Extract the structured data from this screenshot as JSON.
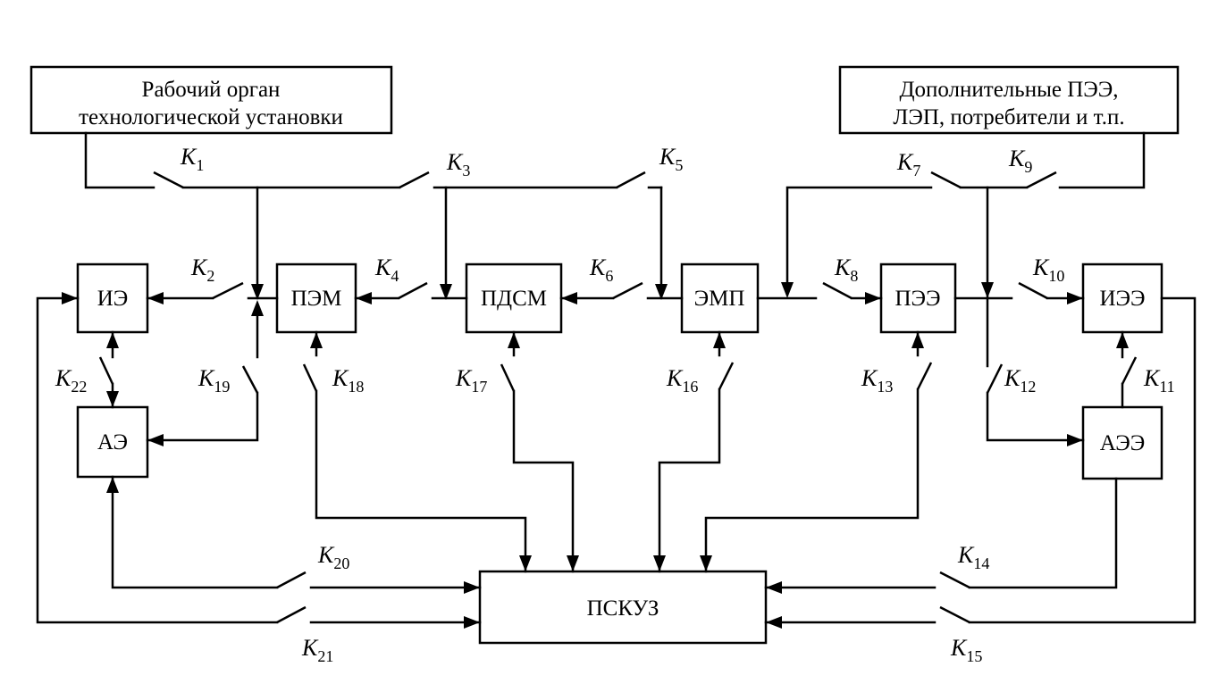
{
  "blocks": {
    "work_organ": [
      "Рабочий орган",
      "технологической установки"
    ],
    "additional": [
      "Дополнительные ПЭЭ,",
      "ЛЭП, потребители и т.п."
    ],
    "ie": "ИЭ",
    "ae": "АЭ",
    "pem": "ПЭМ",
    "pdsm": "ПДСМ",
    "emp": "ЭМП",
    "pee": "ПЭЭ",
    "iee": "ИЭЭ",
    "aee": "АЭЭ",
    "pskuz": "ПСКУЗ"
  },
  "switches": {
    "k_letter": "K",
    "k1": "1",
    "k2": "2",
    "k3": "3",
    "k4": "4",
    "k5": "5",
    "k6": "6",
    "k7": "7",
    "k8": "8",
    "k9": "9",
    "k10": "10",
    "k11": "11",
    "k12": "12",
    "k13": "13",
    "k14": "14",
    "k15": "15",
    "k16": "16",
    "k17": "17",
    "k18": "18",
    "k19": "19",
    "k20": "20",
    "k21": "21",
    "k22": "22"
  }
}
